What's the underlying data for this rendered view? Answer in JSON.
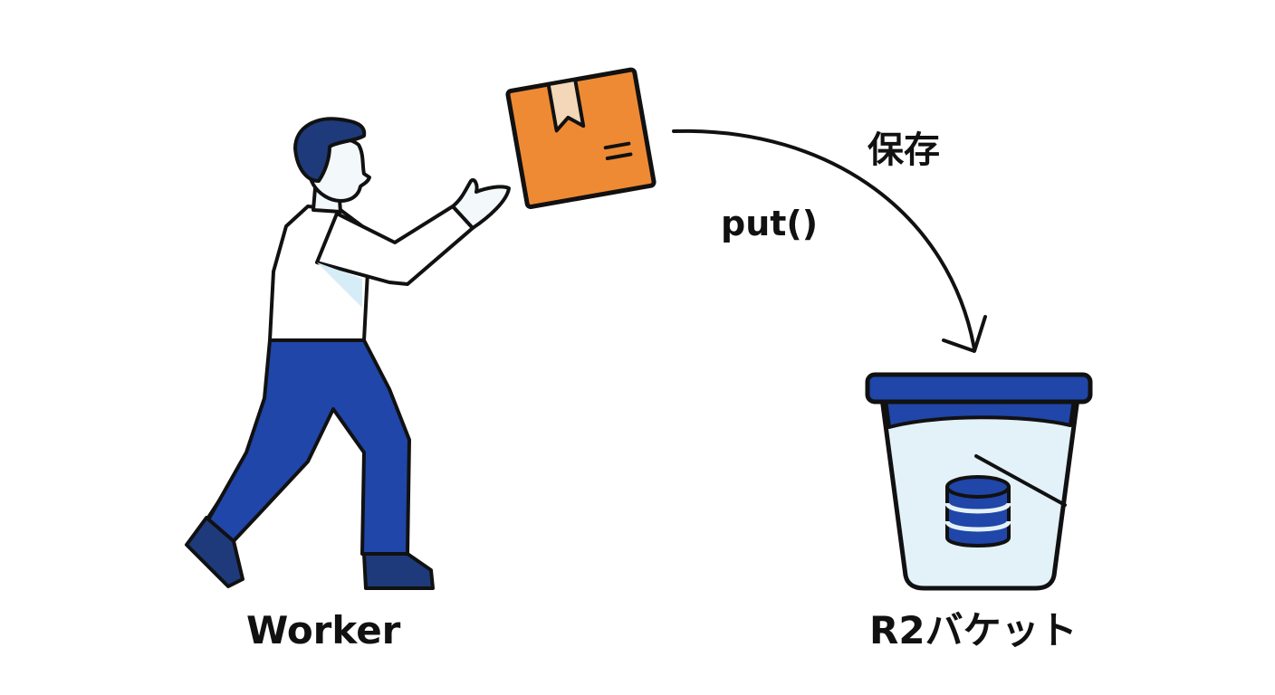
{
  "labels": {
    "worker": "Worker",
    "bucket": "R2バケット",
    "method": "put()",
    "action": "保存"
  },
  "icons": {
    "person": "worker-person-icon",
    "package": "package-box-icon",
    "arrow": "curved-arrow-icon",
    "bucket": "bucket-icon",
    "database": "database-icon"
  },
  "colors": {
    "navy": "#1e3a7a",
    "blue": "#1f46a8",
    "orange": "#ef8a34",
    "tape": "#f4d7b8",
    "bucket_fill": "#e3f1f8",
    "skin": "#f3f8fb",
    "outline": "#111111"
  }
}
